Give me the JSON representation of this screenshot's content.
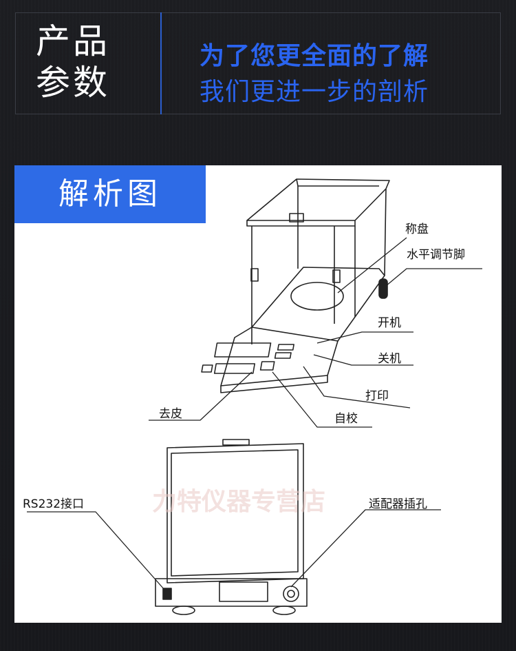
{
  "header": {
    "title_line1": "产品",
    "title_line2": "参数",
    "subtitle_line1": "为了您更全面的了解",
    "subtitle_line2": "我们更进一步的剖析"
  },
  "section": {
    "label": "解析图"
  },
  "diagram": {
    "labels": {
      "weighing_pan": "称盘",
      "leveling_foot": "水平调节脚",
      "power_on": "开机",
      "power_off": "关机",
      "print": "打印",
      "tare": "去皮",
      "calibrate": "自校",
      "rs232": "RS232接口",
      "adapter_jack": "适配器插孔"
    },
    "watermark": "力特仪器专营店"
  },
  "colors": {
    "background": "#1a1b1f",
    "accent_blue": "#2e6be6",
    "subtitle_blue": "#2a64f0"
  }
}
